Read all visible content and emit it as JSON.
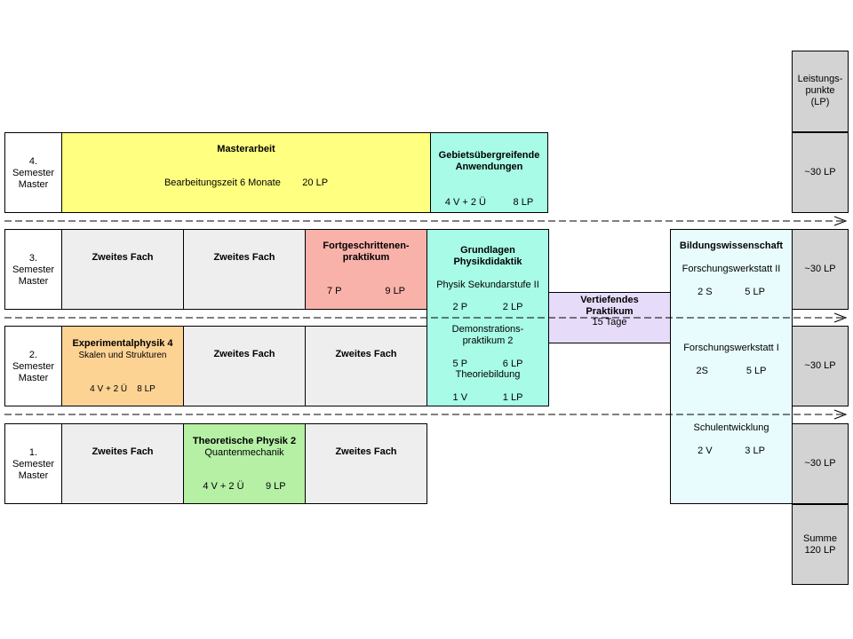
{
  "header": {
    "points": "Leistungs-\npunkte\n(LP)"
  },
  "semesters": {
    "s4": "4.\nSemester\nMaster",
    "s3": "3.\nSemester\nMaster",
    "s2": "2.\nSemester\nMaster",
    "s1": "1.\nSemester\nMaster"
  },
  "points": {
    "s4": "~30 LP",
    "s3": "~30 LP",
    "s2": "~30 LP",
    "s1": "~30 LP",
    "sum": "Summe\n120 LP"
  },
  "masterarbeit": {
    "title": "Masterarbeit",
    "duration": "Bearbeitungszeit 6 Monate",
    "lp": "20 LP"
  },
  "gebiet": {
    "title": "Gebietsübergreifende\nAnwendungen",
    "hours": "4 V + 2 Ü",
    "lp": "8 LP"
  },
  "zweites_fach": "Zweites Fach",
  "fortgeschritten": {
    "title": "Fortgeschrittenen-\npraktikum",
    "hours": "7 P",
    "lp": "9 LP"
  },
  "didaktik": {
    "title": "Grundlagen\nPhysikdidaktik",
    "m1_name": "Physik Sekundarstufe II",
    "m1_hours": "2 P",
    "m1_lp": "2 LP",
    "m2_name": "Demonstrations-\npraktikum 2",
    "m2_hours": "5 P",
    "m2_lp": "6 LP",
    "m3_name": "Theoriebildung",
    "m3_hours": "1 V",
    "m3_lp": "1 LP"
  },
  "vertiefend": {
    "title": "Vertiefendes\nPraktikum",
    "days": "15 Tage"
  },
  "bildung": {
    "title": "Bildungswissenschaft",
    "m1_name": "Forschungswerkstatt II",
    "m1_hours": "2 S",
    "m1_lp": "5 LP",
    "m2_name": "Forschungswerkstatt I",
    "m2_hours": "2S",
    "m2_lp": "5 LP",
    "m3_name": "Schulentwicklung",
    "m3_hours": "2 V",
    "m3_lp": "3 LP"
  },
  "exp4": {
    "title": "Experimentalphysik 4",
    "subtitle": "Skalen und Strukturen",
    "hours": "4 V + 2 Ü",
    "lp": "8 LP"
  },
  "theo2": {
    "title": "Theoretische Physik 2",
    "subtitle": "Quantenmechanik",
    "hours": "4 V + 2 Ü",
    "lp": "9 LP"
  },
  "colors": {
    "masterarbeit": "#ffff80",
    "gebiet": "#a8fbe6",
    "zweites_fach": "#eeeeee",
    "fortgeschritten": "#f9b2aa",
    "didaktik": "#a8fbe6",
    "vertiefend": "#e6dcfa",
    "bildung": "#e8fcfd",
    "exp4": "#fdd394",
    "theo2": "#b5f0a5",
    "points": "#d3d3d3"
  }
}
